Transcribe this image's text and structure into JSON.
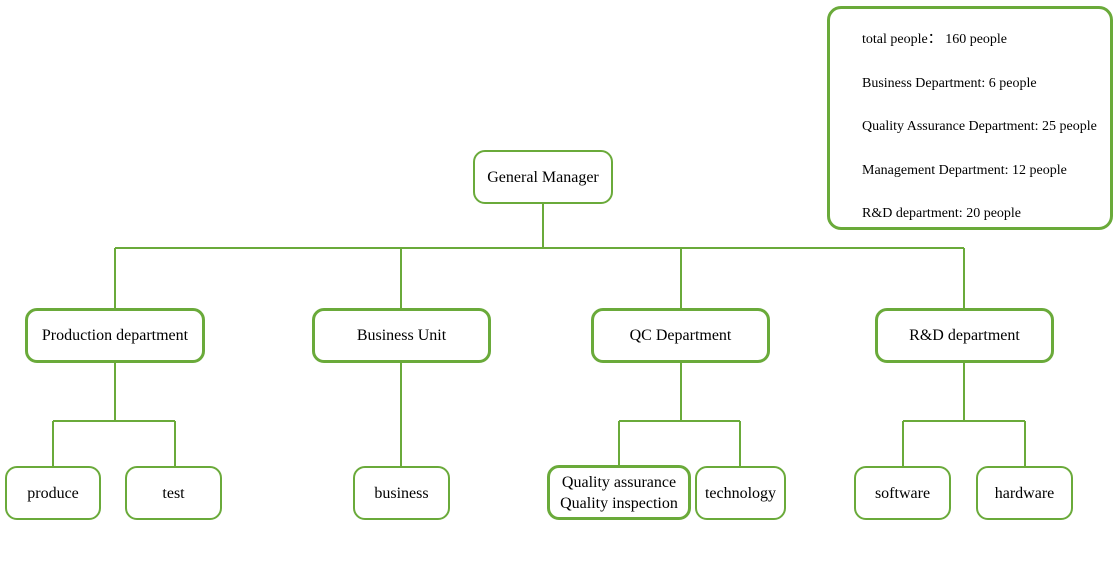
{
  "root": {
    "label": "General Manager"
  },
  "departments": [
    {
      "label": "Production department"
    },
    {
      "label": "Business Unit"
    },
    {
      "label": "QC Department"
    },
    {
      "label": "R&D department"
    }
  ],
  "units": {
    "produce": "produce",
    "test": "test",
    "business": "business",
    "quality_line1": "Quality assurance",
    "quality_line2": "Quality inspection",
    "technology": "technology",
    "software": "software",
    "hardware": "hardware"
  },
  "info": {
    "lines": [
      "total people：  160 people",
      "Business Department: 6 people",
      "Quality Assurance Department: 25 people",
      "Management Department: 12 people",
      "R&D department: 20 people"
    ]
  },
  "colors": {
    "line": "#6aaa3a",
    "border": "#6aaa3a"
  }
}
